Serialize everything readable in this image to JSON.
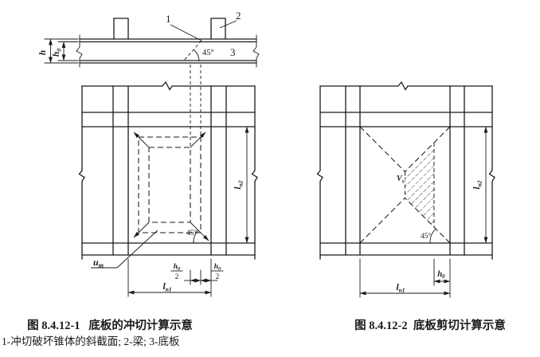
{
  "colors": {
    "line": "#1a1a1a",
    "background": "#ffffff"
  },
  "section": {
    "callout_1": "1",
    "callout_2": "2",
    "callout_3": "3",
    "angle_45": "45°",
    "dim_h": "h",
    "dim_h0_main": "h",
    "dim_h0_sub": "0"
  },
  "left_plan": {
    "um_main": "u",
    "um_sub": "m",
    "angle_45": "45°",
    "ln2_main": "l",
    "ln2_sub": "n2",
    "ln1_main": "l",
    "ln1_sub": "n1",
    "h0_half_num_main": "h",
    "h0_half_num_sub": "0",
    "h0_half_den": "2",
    "caption": "图 8.4.12-1   底板的冲切计算示意"
  },
  "right_plan": {
    "vs_main": "V",
    "vs_sub": "s",
    "angle_45": "45°",
    "ln2_main": "l",
    "ln2_sub": "n2",
    "ln1_main": "l",
    "ln1_sub": "n1",
    "h0_main": "h",
    "h0_sub": "0",
    "caption": "图 8.4.12-2  底板剪切计算示意"
  },
  "legend_note": "1-冲切破坏锥体的斜截面; 2-梁; 3-底板"
}
